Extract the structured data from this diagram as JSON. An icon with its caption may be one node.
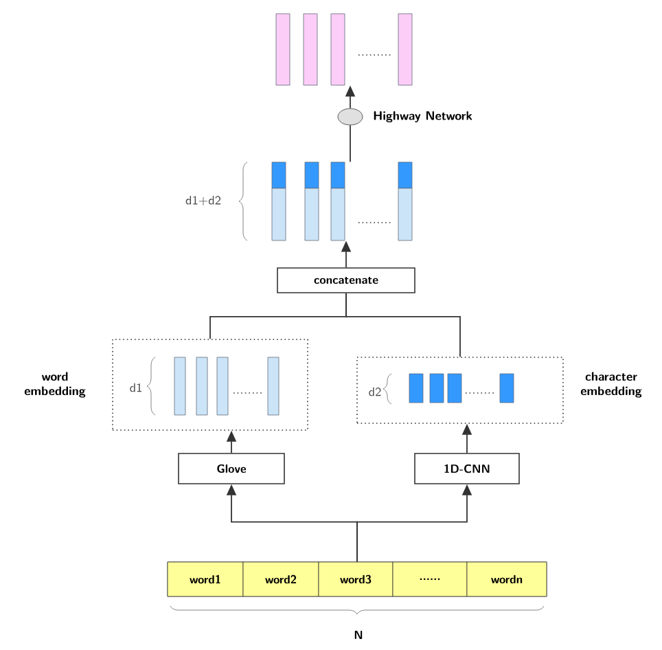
{
  "diagram": {
    "nodes": [
      {
        "text": [],
        "shape": "bar"
      },
      {
        "text": [],
        "shape": "circle",
        "beside": [
          "Highway Network"
        ]
      },
      {
        "text": [],
        "shape": "bar"
      },
      {
        "text": [
          "concatenate"
        ]
      },
      {
        "text": [
          "word embedding"
        ]
      },
      {
        "text": [
          "character embedding"
        ]
      },
      {
        "text": [
          "Glove"
        ]
      },
      {
        "text": [
          "1D-CNN"
        ]
      },
      {
        "text": [],
        "shape": "box"
      },
      {
        "text": [
          "word1"
        ],
        "in": 8
      },
      {
        "text": [
          "word2"
        ],
        "in": 8
      },
      {
        "text": [
          "word3"
        ],
        "in": 8
      },
      {
        "text": [
          "......"
        ],
        "in": 8
      },
      {
        "text": [
          "wordn"
        ],
        "in": 8
      }
    ],
    "edges": [
      {
        "from": 1,
        "to": 0,
        "arrow": "to"
      },
      {
        "from": 2,
        "to": 1,
        "arrow": "none"
      },
      {
        "from": 3,
        "to": 2,
        "arrow": "to"
      },
      {
        "from": 4,
        "to": 3,
        "arrow": "none"
      },
      {
        "from": 5,
        "to": 3,
        "arrow": "none"
      },
      {
        "from": 6,
        "to": 4,
        "arrow": "to"
      },
      {
        "from": 7,
        "to": 5,
        "arrow": "to"
      },
      {
        "from": 8,
        "to": 6,
        "arrow": "to"
      },
      {
        "from": 8,
        "to": 7,
        "arrow": "to"
      }
    ],
    "labels": [
      "d1+d2",
      "d1",
      "d2",
      "N"
    ]
  }
}
